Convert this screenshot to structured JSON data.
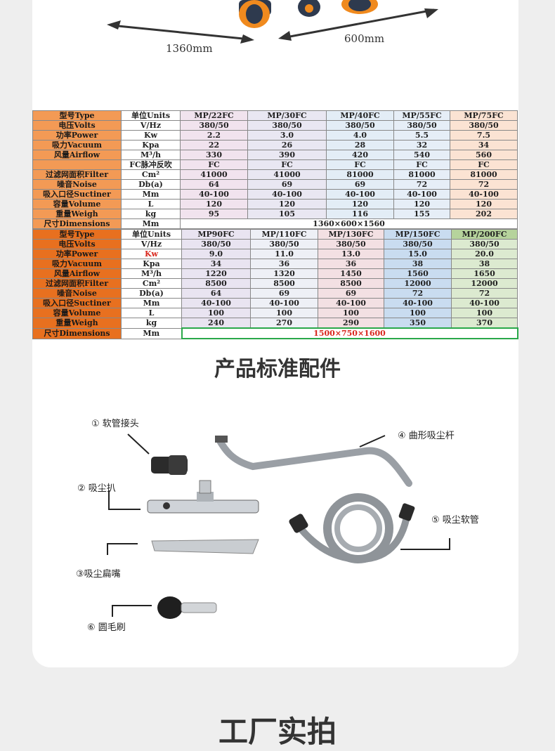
{
  "dimensions": {
    "length": "1360mm",
    "width": "600mm"
  },
  "table1": {
    "headers": [
      "型号Type",
      "单位Units",
      "MP/22FC",
      "MP/30FC",
      "MP/40FC",
      "MP/55FC",
      "MP/75FC"
    ],
    "rows": [
      [
        "电压Volts",
        "V/Hz",
        "380/50",
        "380/50",
        "380/50",
        "380/50",
        "380/50"
      ],
      [
        "功率Power",
        "Kw",
        "2.2",
        "3.0",
        "4.0",
        "5.5",
        "7.5"
      ],
      [
        "吸力Vacuum",
        "Kpa",
        "22",
        "26",
        "28",
        "32",
        "34"
      ],
      [
        "风量Airflow",
        "M³/h",
        "330",
        "390",
        "420",
        "540",
        "560"
      ],
      [
        "",
        "FC脉冲反吹",
        "FC",
        "FC",
        "FC",
        "FC",
        "FC"
      ],
      [
        "过滤网面积Filter",
        "Cm²",
        "41000",
        "41000",
        "81000",
        "81000",
        "81000"
      ],
      [
        "噪音Noise",
        "Db(a)",
        "64",
        "69",
        "69",
        "72",
        "72"
      ],
      [
        "吸入口径Suctiner",
        "Mm",
        "40-100",
        "40-100",
        "40-100",
        "40-100",
        "40-100"
      ],
      [
        "容量Volume",
        "L",
        "120",
        "120",
        "120",
        "120",
        "120"
      ],
      [
        "重量Weigh",
        "kg",
        "95",
        "105",
        "116",
        "155",
        "202"
      ]
    ],
    "dim_row": {
      "label": "尺寸Dimensions",
      "unit": "Mm",
      "value": "1360×600×1560"
    }
  },
  "table2": {
    "headers": [
      "型号Type",
      "单位Units",
      "MP90FC",
      "MP/110FC",
      "MP/130FC",
      "MP/150FC",
      "MP/200FC"
    ],
    "rows": [
      [
        "电压Volts",
        "V/Hz",
        "380/50",
        "380/50",
        "380/50",
        "380/50",
        "380/50"
      ],
      [
        "功率Power",
        "Kw",
        "9.0",
        "11.0",
        "13.0",
        "15.0",
        "20.0"
      ],
      [
        "吸力Vacuum",
        "Kpa",
        "34",
        "36",
        "36",
        "38",
        "38"
      ],
      [
        "风量Airflow",
        "M³/h",
        "1220",
        "1320",
        "1450",
        "1560",
        "1650"
      ],
      [
        "过滤网面积Filter",
        "Cm²",
        "8500",
        "8500",
        "8500",
        "12000",
        "12000"
      ],
      [
        "噪音Noise",
        "Db(a)",
        "64",
        "69",
        "69",
        "72",
        "72"
      ],
      [
        "吸入口径Suctiner",
        "Mm",
        "40-100",
        "40-100",
        "40-100",
        "40-100",
        "40-100"
      ],
      [
        "容量Volume",
        "L",
        "100",
        "100",
        "100",
        "100",
        "100"
      ],
      [
        "重量Weigh",
        "kg",
        "240",
        "270",
        "290",
        "350",
        "370"
      ]
    ],
    "dim_row": {
      "label": "尺寸Dimensions",
      "unit": "Mm",
      "value": "1500×750×1600"
    }
  },
  "accessories": {
    "title": "产品标准配件",
    "items": [
      "① 软管接头",
      "② 吸尘扒",
      "③吸尘扁嘴",
      "④ 曲形吸尘杆",
      "⑤ 吸尘软管",
      "⑥ 圆毛刷"
    ]
  },
  "factory_title": "工厂实拍",
  "colors": {
    "label_orange": "#f39a55",
    "label_dark_orange": "#e8701f",
    "accent_red": "#d9261c"
  }
}
